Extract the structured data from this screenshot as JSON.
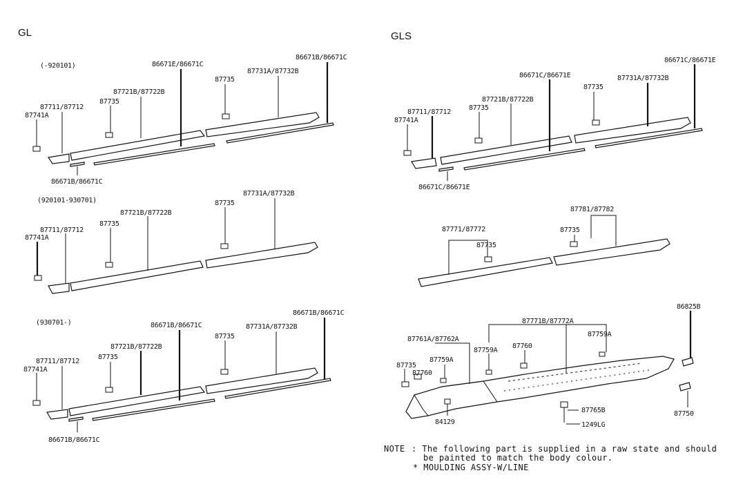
{
  "sections": {
    "gl": "GL",
    "gls": "GLS"
  },
  "gl": {
    "d1": {
      "period": "(-920101)",
      "labels": {
        "a": "86671B/86671C",
        "b": "86671E/86671C",
        "c": "87731A/87732B",
        "d": "87735",
        "e": "87721B/87722B",
        "f": "87735",
        "g": "87711/87712",
        "h": "87741A",
        "i": "86671B/86671C"
      }
    },
    "d2": {
      "period": "(920101-930701)",
      "labels": {
        "a": "87731A/87732B",
        "b": "87735",
        "c": "87721B/87722B",
        "d": "87735",
        "e": "87711/87712",
        "f": "87741A"
      }
    },
    "d3": {
      "period": "(930701-)",
      "labels": {
        "a": "86671B/86671C",
        "b": "86671B/86671C",
        "c": "87731A/87732B",
        "d": "87735",
        "e": "87721B/87722B",
        "f": "87735",
        "g": "87711/87712",
        "h": "87741A",
        "i": "86671B/86671C"
      }
    }
  },
  "gls": {
    "d1": {
      "labels": {
        "a": "86671C/86671E",
        "b": "86671C/86671E",
        "c": "87731A/87732B",
        "d": "87735",
        "e": "87721B/87722B",
        "f": "87735",
        "g": "87711/87712",
        "h": "87741A",
        "i": "86671C/86671E"
      }
    },
    "d2": {
      "labels": {
        "a": "87781/87782",
        "b": "87735",
        "c": "87771/87772",
        "d": "87735"
      }
    },
    "d3": {
      "labels": {
        "a": "86825B",
        "b": "87771B/87772A",
        "c": "87759A",
        "d": "87761A/87762A",
        "e": "87760",
        "f": "87759A",
        "g": "87735",
        "h": "87760",
        "i": "87759A",
        "j": "84129",
        "k": "87765B",
        "l": "1249LG",
        "m": "87750"
      }
    }
  },
  "note": {
    "head": "NOTE",
    "line1": ": The following part is supplied in a raw state and should",
    "line2": "be painted to match the body colour.",
    "line3": "* MOULDING ASSY-W/LINE"
  }
}
